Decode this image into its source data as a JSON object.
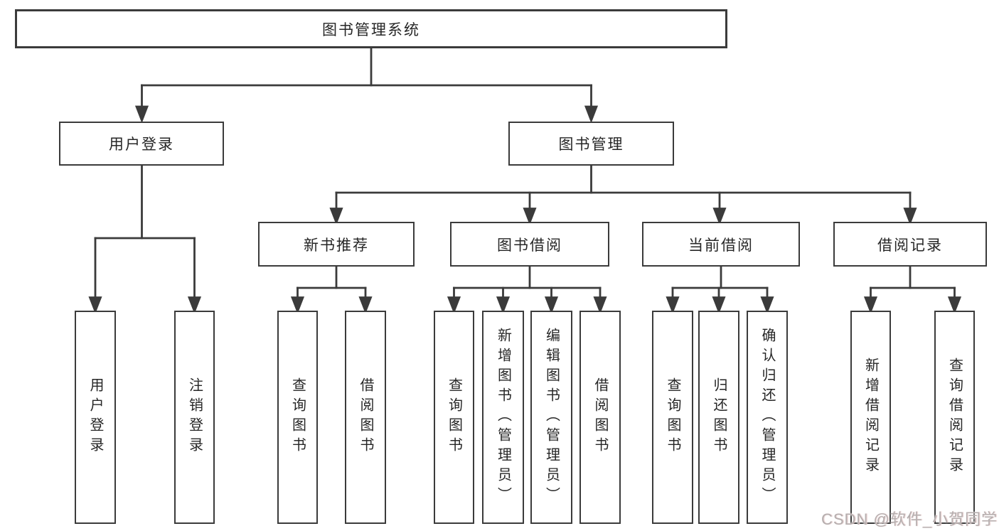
{
  "diagram_title": "图书管理系统",
  "nodes": {
    "root": {
      "label": "图书管理系统"
    },
    "level2": [
      {
        "id": "user-login",
        "label": "用户登录"
      },
      {
        "id": "book-management",
        "label": "图书管理"
      }
    ],
    "level3": [
      {
        "id": "new-book-recommend",
        "parent": "book-management",
        "label": "新书推荐"
      },
      {
        "id": "book-borrowing",
        "parent": "book-management",
        "label": "图书借阅"
      },
      {
        "id": "current-borrowing",
        "parent": "book-management",
        "label": "当前借阅"
      },
      {
        "id": "borrowing-records",
        "parent": "book-management",
        "label": "借阅记录"
      }
    ],
    "leaves": [
      {
        "parent": "user-login",
        "label": "用户登录"
      },
      {
        "parent": "user-login",
        "label": "注销登录"
      },
      {
        "parent": "new-book-recommend",
        "label": "查询图书"
      },
      {
        "parent": "new-book-recommend",
        "label": "借阅图书"
      },
      {
        "parent": "book-borrowing",
        "label": "查询图书"
      },
      {
        "parent": "book-borrowing",
        "label": "新增图书（管理员）"
      },
      {
        "parent": "book-borrowing",
        "label": "编辑图书（管理员）"
      },
      {
        "parent": "book-borrowing",
        "label": "借阅图书"
      },
      {
        "parent": "current-borrowing",
        "label": "查询图书"
      },
      {
        "parent": "current-borrowing",
        "label": "归还图书"
      },
      {
        "parent": "current-borrowing",
        "label": "确认归还（管理员）"
      },
      {
        "parent": "borrowing-records",
        "label": "新增借阅记录"
      },
      {
        "parent": "borrowing-records",
        "label": "查询借阅记录"
      }
    ]
  },
  "watermark": {
    "text": "CSDN @软件_小贺同学"
  },
  "colors": {
    "line": "#3b3b3b",
    "box_border": "#3b3b3b",
    "box_fill": "#ffffff",
    "text": "#262626",
    "watermark": "#b5aeae",
    "background": "#ffffff"
  }
}
